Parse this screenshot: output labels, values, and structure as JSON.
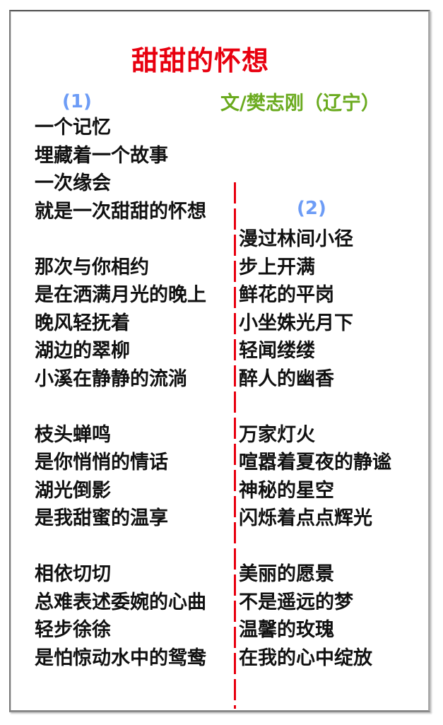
{
  "title": "甜甜的怀想",
  "author": "文/樊志刚（辽宁）",
  "colors": {
    "title": "#e8000f",
    "author": "#6aaa1e",
    "section_label": "#6d9cf6",
    "divider": "#e8000f",
    "body_text": "#111111"
  },
  "sections": [
    {
      "label": "(1)",
      "lines": [
        "一个记忆",
        "埋藏着一个故事",
        "一次缘会",
        "就是一次甜甜的怀想",
        "",
        "那次与你相约",
        "是在洒满月光的晚上",
        "晚风轻抚着",
        "湖边的翠柳",
        "小溪在静静的流淌",
        "",
        "枝头蝉鸣",
        "是你悄悄的情话",
        "湖光倒影",
        "是我甜蜜的温享",
        "",
        "相依切切",
        "总难表述委婉的心曲",
        "轻步徐徐",
        "是怕惊动水中的鸳鸯"
      ]
    },
    {
      "label": "(2)",
      "lines": [
        "",
        "",
        "",
        "",
        "漫过林间小径",
        "步上开满",
        "鲜花的平岗",
        "小坐姝光月下",
        "轻闻缕缕",
        "醉人的幽香",
        "",
        "万家灯火",
        "喧嚣着夏夜的静谧",
        "神秘的星空",
        "闪烁着点点辉光",
        "",
        "美丽的愿景",
        "不是遥远的梦",
        "温馨的玫瑰",
        "在我的心中绽放"
      ]
    }
  ]
}
